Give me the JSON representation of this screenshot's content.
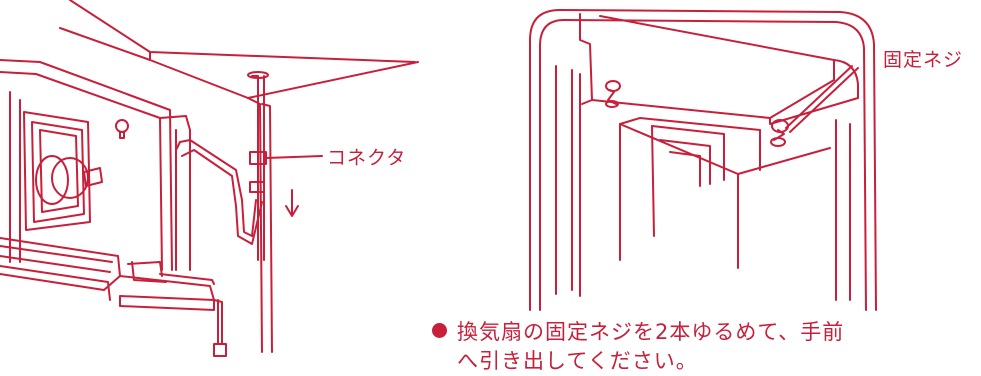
{
  "labels": {
    "connector": "コネクタ",
    "fixing_screw": "固定ネジ"
  },
  "instruction": {
    "line1": "換気扇の固定ネジを2本ゆるめて、手前",
    "line2": "へ引き出してください。"
  },
  "colors": {
    "ink": "#c8203a",
    "background": "#ffffff"
  }
}
